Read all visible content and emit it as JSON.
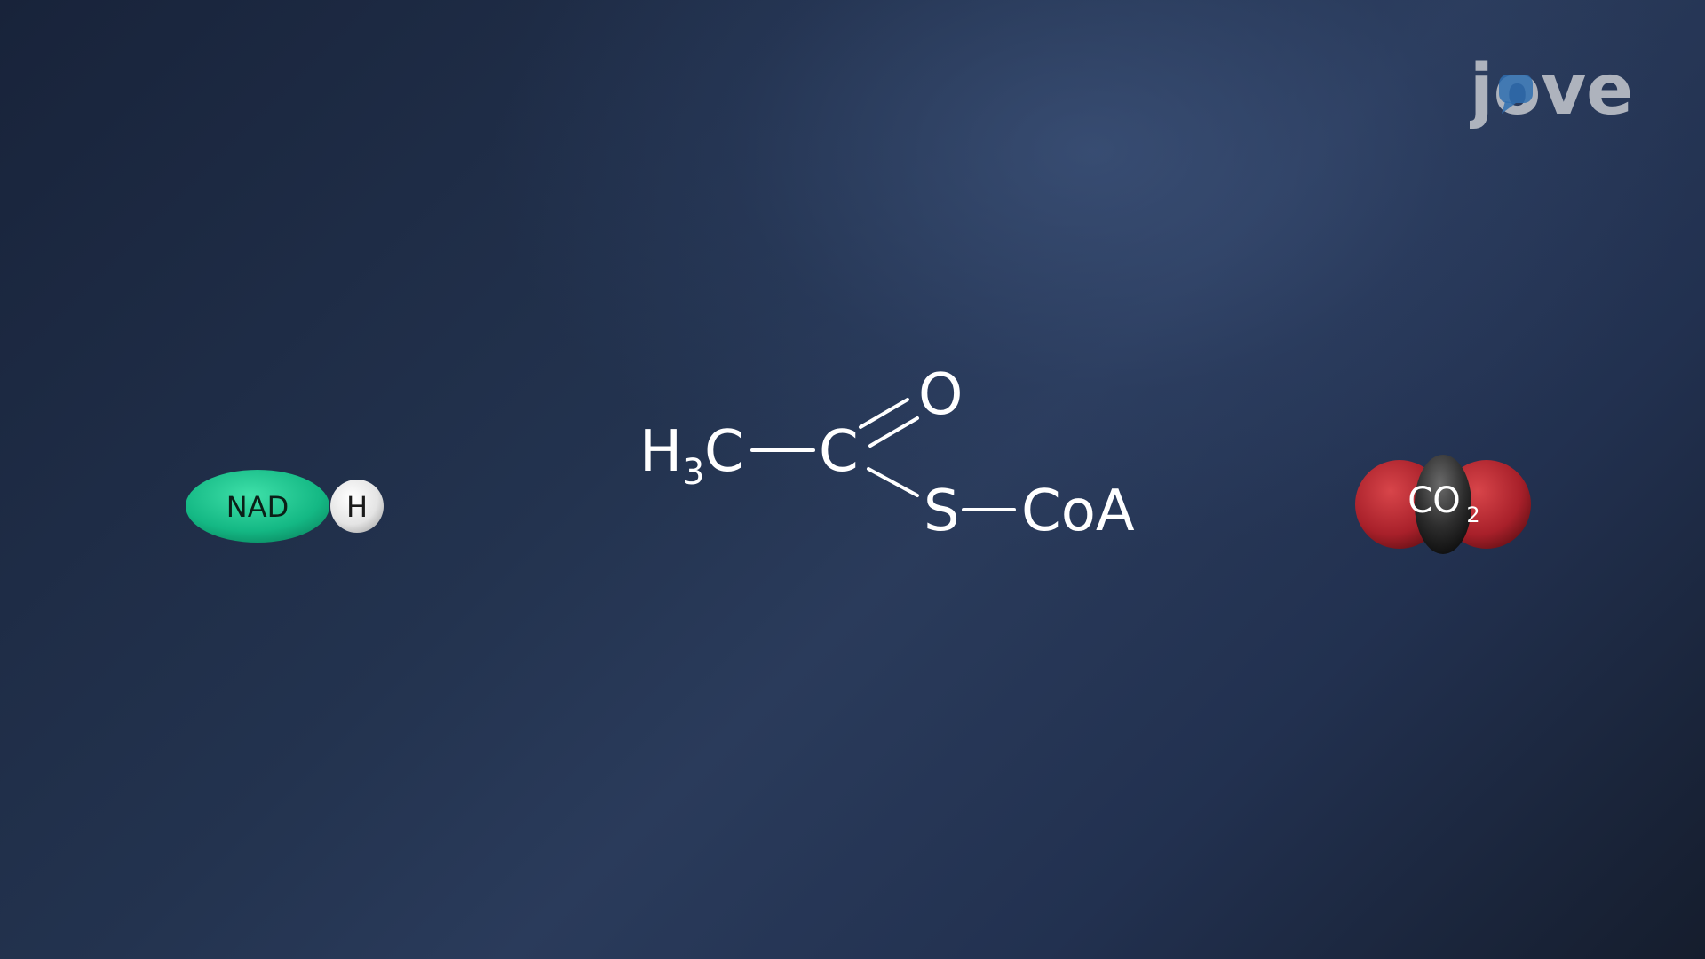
{
  "logo": {
    "text": "jove",
    "icon": "speech-bubble-logo-mark",
    "color": "#aeb3bd",
    "accent": "#2f6fb0"
  },
  "nadh": {
    "nad_label": "NAD",
    "h_label": "H",
    "nad_color": "#1cc08e",
    "h_color": "#e9e9e9"
  },
  "molecule": {
    "methyl_H": "H",
    "methyl_sub": "3",
    "methyl_C": "C",
    "carbonyl_C": "C",
    "oxygen": "O",
    "sulfur": "S",
    "coa": "CoA",
    "color": "#ffffff"
  },
  "co2": {
    "label_main": "CO",
    "label_sub": "2",
    "oxygen_color": "#b0252b",
    "carbon_color": "#2b2b2b"
  }
}
